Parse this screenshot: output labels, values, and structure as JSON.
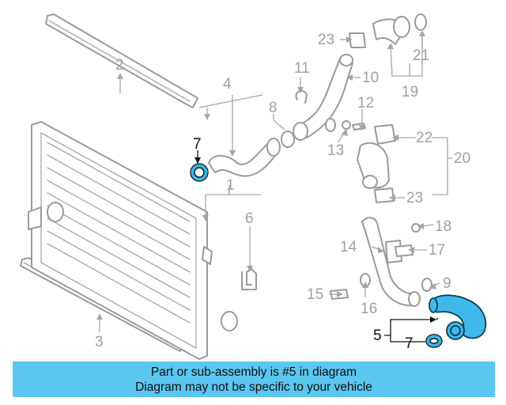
{
  "diagram": {
    "callouts": {
      "c1": "1",
      "c2": "2",
      "c3": "3",
      "c4": "4",
      "c5": "5",
      "c6": "6",
      "c7a": "7",
      "c7b": "7",
      "c8": "8",
      "c9": "9",
      "c10": "10",
      "c11": "11",
      "c12": "12",
      "c13": "13",
      "c14": "14",
      "c15": "15",
      "c16": "16",
      "c17": "17",
      "c18": "18",
      "c19": "19",
      "c20": "20",
      "c21": "21",
      "c22": "22",
      "c23a": "23",
      "c23b": "23"
    },
    "highlight_color": "#3fb8ec"
  },
  "banner": {
    "line1": "Part or sub-assembly is #5 in diagram",
    "line2": "Diagram may not be specific to your vehicle",
    "background": "#5bc6f0"
  }
}
